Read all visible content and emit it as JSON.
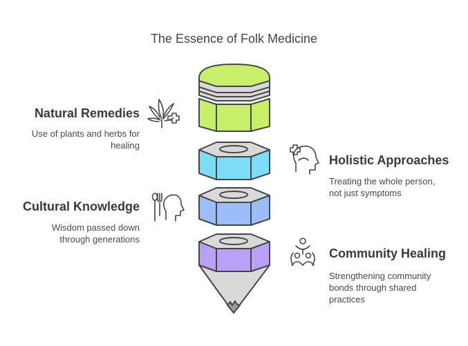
{
  "title": "The Essence of Folk Medicine",
  "colors": {
    "green": "#c7ef6a",
    "cyan": "#7ddcf6",
    "blue": "#9bbdf9",
    "purple": "#b9a1f6",
    "gray": "#d9d9d9",
    "outline": "#454545"
  },
  "items": [
    {
      "heading": "Natural Remedies",
      "description": [
        "Use of plants and herbs for",
        "healing"
      ],
      "icon": "cannabis-leaf-plus-icon",
      "color": "#c7ef6a"
    },
    {
      "heading": "Holistic Approaches",
      "description": [
        "Treating the whole person,",
        "not just symptoms"
      ],
      "icon": "head-medical-plus-icon",
      "color": "#7ddcf6"
    },
    {
      "heading": "Cultural Knowledge",
      "description": [
        "Wisdom passed down",
        "through generations"
      ],
      "icon": "head-utensils-icon",
      "color": "#9bbdf9"
    },
    {
      "heading": "Community Healing",
      "description": [
        "Strengthening community",
        "bonds through shared",
        "practices"
      ],
      "icon": "community-people-icon",
      "color": "#b9a1f6"
    }
  ]
}
